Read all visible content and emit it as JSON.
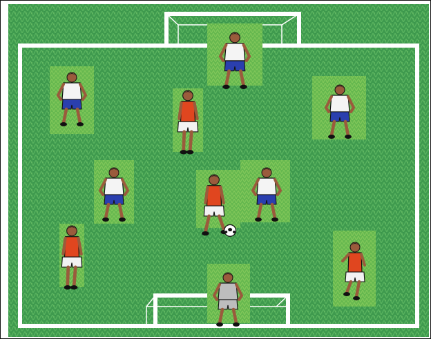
{
  "scene": {
    "subject": "soccer-training-diagram",
    "pitch_color": "#3f9a4e",
    "line_color": "#ffffff",
    "frame_color": "#111111"
  },
  "players": [
    {
      "name": "goalkeeper-top",
      "team": "white",
      "pose": "ready"
    },
    {
      "name": "white-player-left-top",
      "team": "white",
      "pose": "crouch"
    },
    {
      "name": "white-player-right-top",
      "team": "white",
      "pose": "crouch"
    },
    {
      "name": "red-player-center-top",
      "team": "red",
      "pose": "standing"
    },
    {
      "name": "white-player-left-mid",
      "team": "white",
      "pose": "crouch"
    },
    {
      "name": "red-player-with-ball",
      "team": "red",
      "pose": "dribbling"
    },
    {
      "name": "white-player-center-mid",
      "team": "white",
      "pose": "crouch"
    },
    {
      "name": "red-player-left-bottom",
      "team": "red",
      "pose": "standing"
    },
    {
      "name": "red-player-right-bottom",
      "team": "red",
      "pose": "running"
    },
    {
      "name": "goalkeeper-bottom",
      "team": "gray",
      "pose": "ready"
    }
  ],
  "colors": {
    "red_shirt": "#e0461f",
    "white_shirt": "#f4f4f4",
    "blue_shorts": "#2a3fae",
    "white_shorts": "#f2f2f2",
    "gray_kit": "#bdbdbd",
    "skin": "#9a5b3c",
    "hair": "#1a1a1a"
  }
}
